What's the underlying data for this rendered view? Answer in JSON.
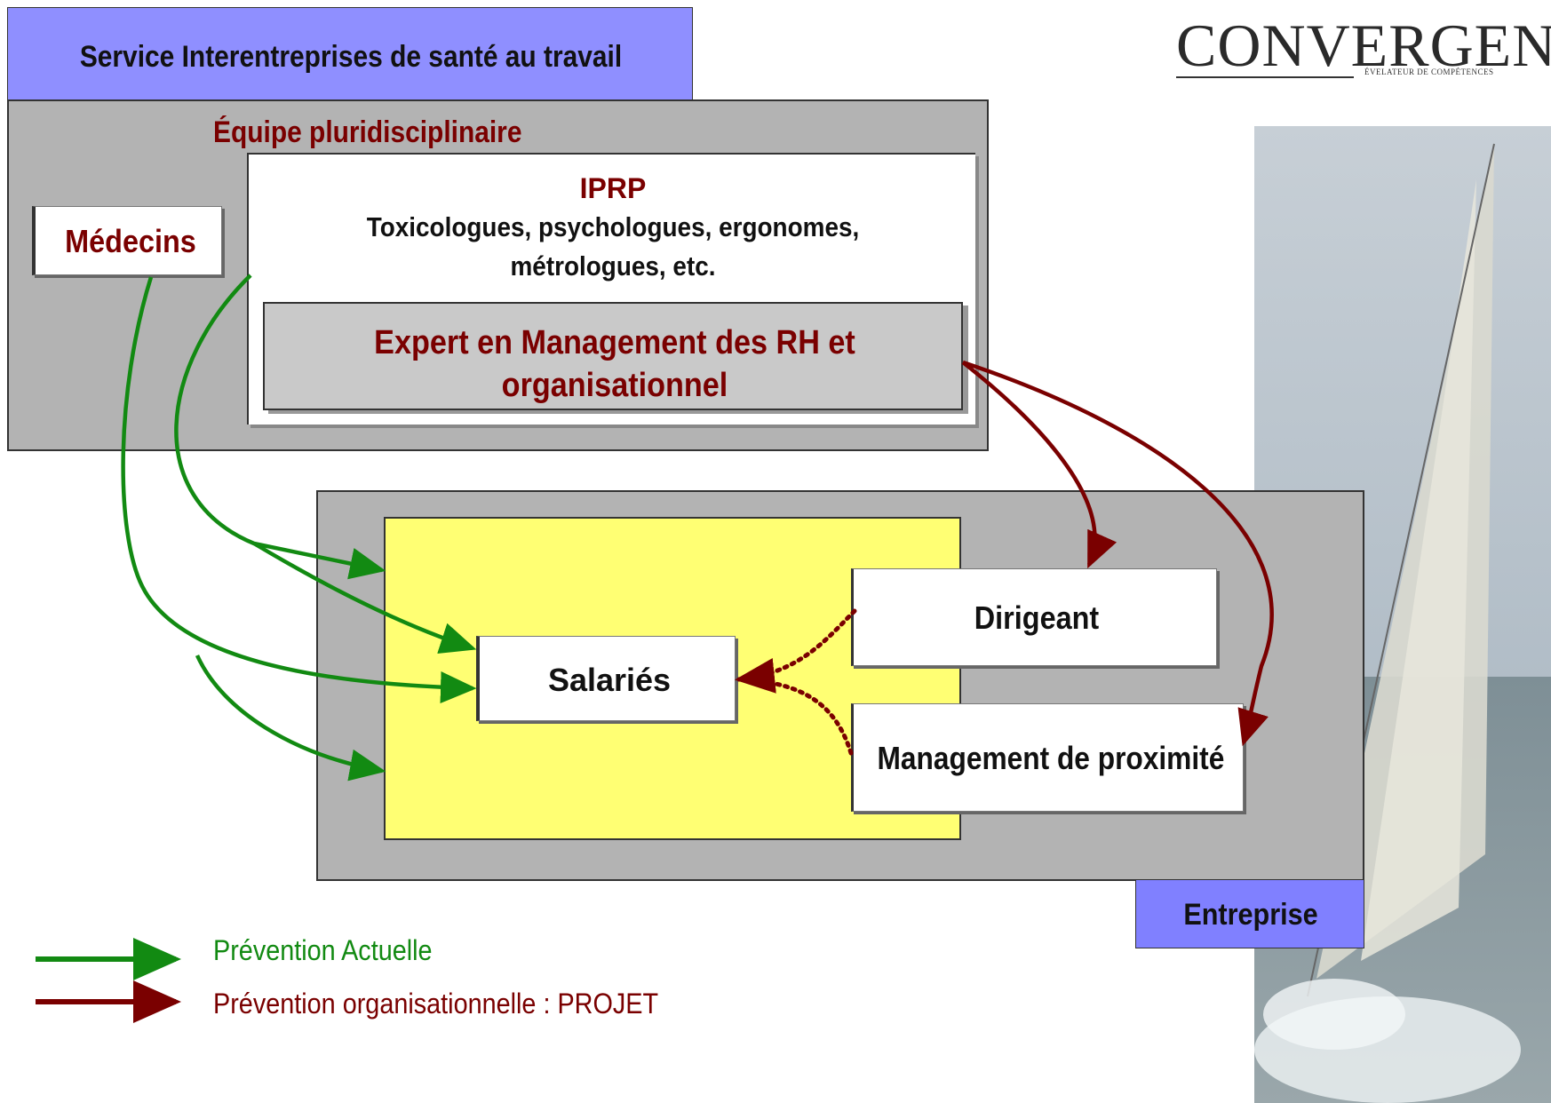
{
  "header": {
    "service_title": "Service Interentreprises de santé au travail"
  },
  "logo": {
    "text": "CONVERGENCE",
    "subtitle": "ÉVELATEUR DE COMPÉTENCES"
  },
  "team": {
    "label": "Équipe pluridisciplinaire",
    "medecins": "Médecins",
    "iprp": {
      "title": "IPRP",
      "line1": "Toxicologues, psychologues, ergonomes,",
      "line2": "métrologues, etc."
    },
    "expert": {
      "line1": "Expert en Management des RH et",
      "line2": "organisationnel"
    }
  },
  "enterprise": {
    "salaries": "Salariés",
    "dirigeant": "Dirigeant",
    "management": "Management de proximité",
    "tag": "Entreprise"
  },
  "legend": {
    "current": "Prévention Actuelle",
    "project": "Prévention organisationnelle : PROJET"
  },
  "colors": {
    "current_prevention": "#128a12",
    "project_prevention": "#7a0000",
    "header_box": "#8f8fff",
    "panel_grey": "#b3b3b3",
    "yellow_zone": "#ffff73",
    "entreprise_tag": "#8080ff"
  }
}
